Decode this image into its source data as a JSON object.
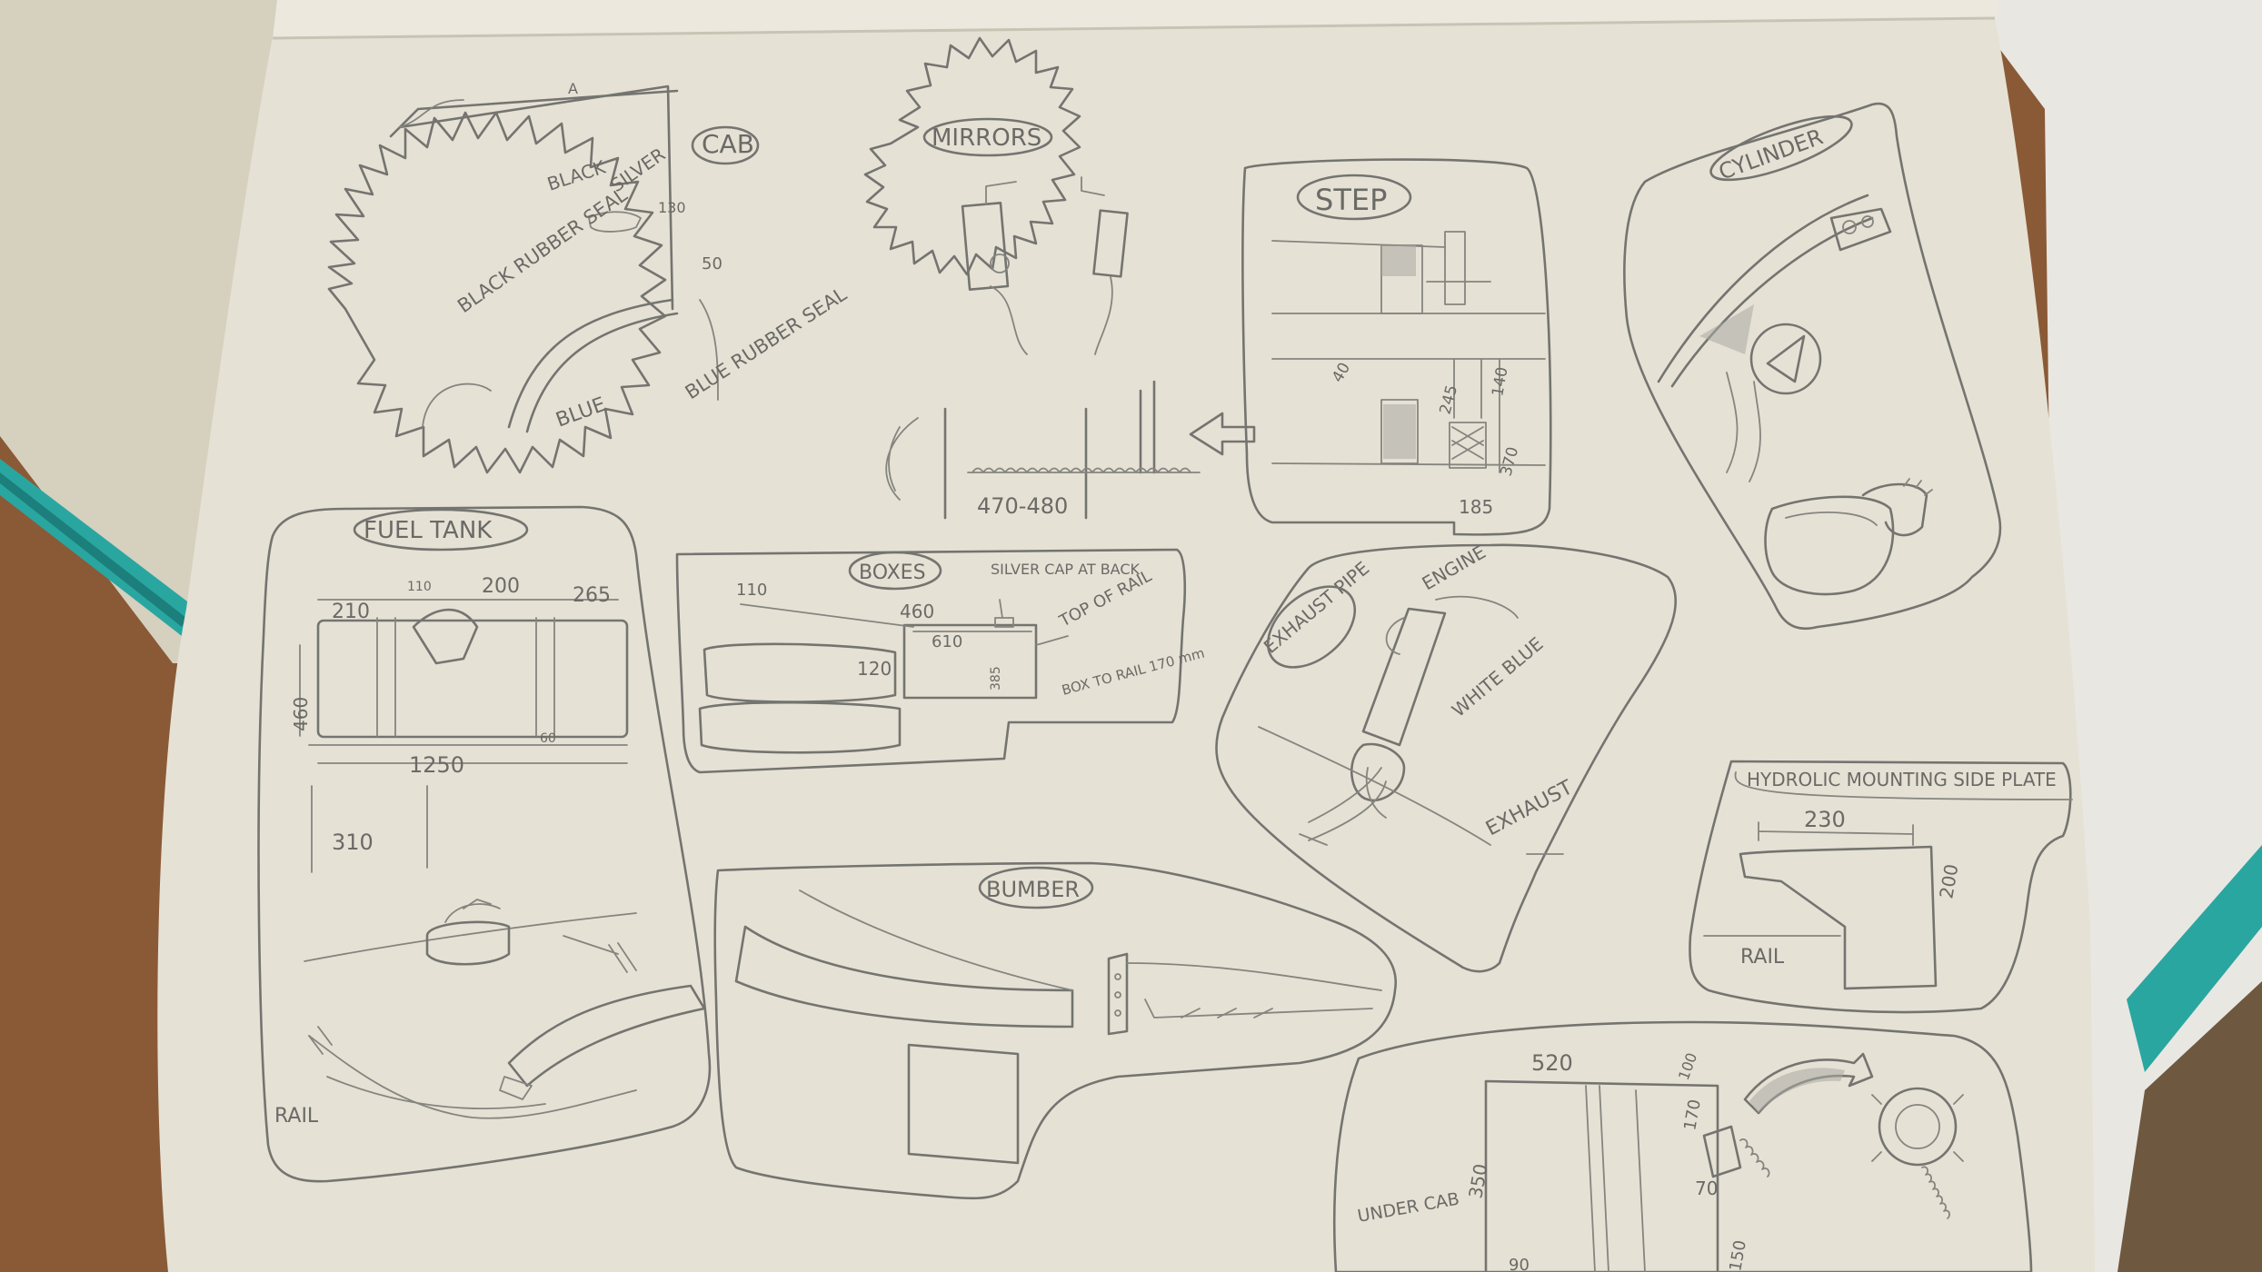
{
  "colors": {
    "table": "#8a5a36",
    "card": "#d8d2c2",
    "paper": "#e6e1d5",
    "pencil": "#747470",
    "teal_stripe": "#2aa6a1"
  },
  "sketches": {
    "cab": {
      "title": "CAB",
      "labels": [
        "A",
        "BLACK",
        "SILVER",
        "130",
        "BLACK RUBBER SEAL",
        "50",
        "BLUE",
        "BLUE RUBBER SEAL"
      ]
    },
    "mirrors": {
      "title": "MIRRORS",
      "labels": [
        "470-480"
      ]
    },
    "step": {
      "title": "STEP",
      "labels": [
        "40",
        "245",
        "140",
        "370",
        "185"
      ]
    },
    "cylinder": {
      "title": "CYLINDER"
    },
    "fuel_tank": {
      "title": "FUEL TANK",
      "labels": [
        "210",
        "110",
        "200",
        "265",
        "460",
        "60",
        "1250",
        "310",
        "RAIL"
      ]
    },
    "boxes": {
      "title": "BOXES",
      "labels": [
        "110",
        "460",
        "SILVER CAP AT BACK",
        "TOP OF RAIL",
        "610",
        "120",
        "385",
        "BOX TO RAIL 170 mm"
      ]
    },
    "exhaust": {
      "title": "EXHAUST PIPE",
      "labels": [
        "ENGINE",
        "WHITE BLUE",
        "EXHAUST"
      ]
    },
    "hydraulic": {
      "title": "HYDROLIC MOUNTING SIDE PLATE",
      "labels": [
        "230",
        "200",
        "RAIL"
      ]
    },
    "bumper": {
      "title": "BUMBER"
    },
    "under_cab": {
      "labels": [
        "520",
        "100",
        "170",
        "70",
        "350",
        "150",
        "UNDER CAB",
        "90"
      ]
    }
  }
}
